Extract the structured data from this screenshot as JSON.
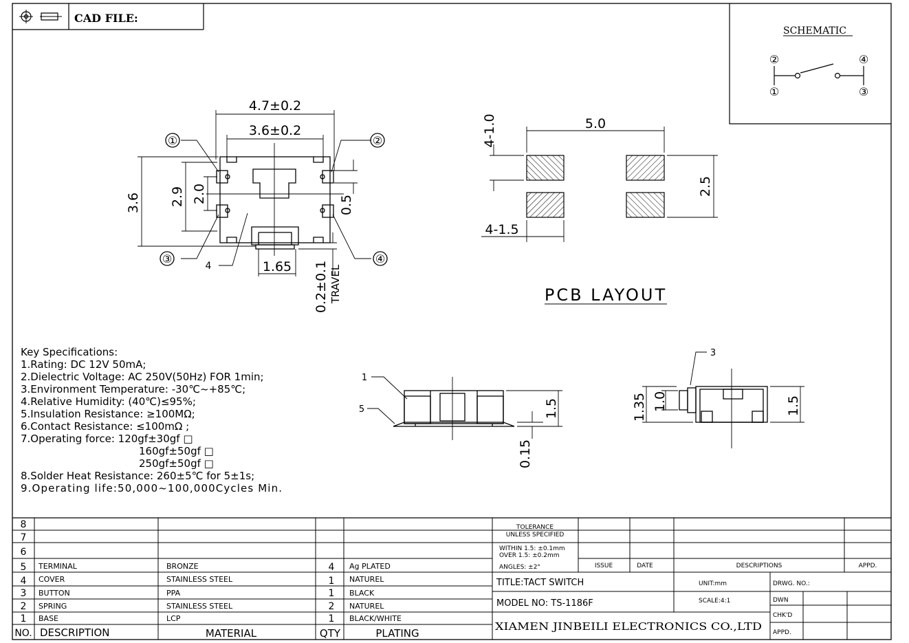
{
  "header": {
    "cad_file_label": "CAD FILE:"
  },
  "schematic": {
    "title": "SCHEMATIC",
    "pins": [
      "②",
      "④",
      "①",
      "③"
    ]
  },
  "top_view": {
    "dims": {
      "width_outer": "4.7±0.2",
      "width_inner": "3.6±0.2",
      "height_total": "3.6",
      "height_a": "2.9",
      "height_b": "2.0",
      "pin_w": "0.5",
      "button_w": "1.65",
      "travel_val": "0.2±0.1",
      "travel_label": "TRAVEL"
    },
    "callouts": [
      "①",
      "②",
      "③",
      "④",
      "4"
    ]
  },
  "pcb": {
    "title": "PCB LAYOUT",
    "dims": {
      "pad_h": "4-1.0",
      "span": "5.0",
      "pad_w": "4-1.5",
      "height": "2.5"
    }
  },
  "side_view": {
    "callouts": [
      "1",
      "5"
    ],
    "dims": {
      "height": "1.5",
      "base": "0.15"
    }
  },
  "end_view": {
    "callout": "3",
    "dims": {
      "a": "1.35",
      "b": "1.0",
      "c": "1.5"
    }
  },
  "specs": [
    "Key Specifications:",
    "1.Rating: DC 12V 50mA;",
    "2.Dielectric Voltage: AC 250V(50Hz) FOR 1min;",
    "3.Environment Temperature: -30℃~+85℃;",
    "4.Relative Humidity: (40℃)≤95%;",
    "5.Insulation Resistance: ≥100MΩ;",
    "6.Contact Resistance: ≤100mΩ ;",
    "7.Operating force:  120gf±30gf   □",
    "160gf±50gf   □",
    "250gf±50gf   □",
    "8.Solder Heat Resistance: 260±5℃ for 5±1s;",
    "9.Operating life:50,000~100,000Cycles Min."
  ],
  "bom": {
    "rows": [
      {
        "no": "8",
        "desc": "",
        "mat": "",
        "qty": "",
        "plat": ""
      },
      {
        "no": "7",
        "desc": "",
        "mat": "",
        "qty": "",
        "plat": ""
      },
      {
        "no": "6",
        "desc": "",
        "mat": "",
        "qty": "",
        "plat": ""
      },
      {
        "no": "5",
        "desc": "TERMINAL",
        "mat": "BRONZE",
        "qty": "4",
        "plat": "Ag PLATED"
      },
      {
        "no": "4",
        "desc": "COVER",
        "mat": "STAINLESS STEEL",
        "qty": "1",
        "plat": "NATUREL"
      },
      {
        "no": "3",
        "desc": "BUTTON",
        "mat": "PPA",
        "qty": "1",
        "plat": "BLACK"
      },
      {
        "no": "2",
        "desc": "SPRING",
        "mat": "STAINLESS STEEL",
        "qty": "2",
        "plat": "NATUREL"
      },
      {
        "no": "1",
        "desc": "BASE",
        "mat": "LCP",
        "qty": "1",
        "plat": "BLACK/WHITE"
      }
    ],
    "headers": {
      "no": "NO.",
      "desc": "DESCRIPTION",
      "mat": "MATERIAL",
      "qty": "QTY",
      "plat": "PLATING"
    }
  },
  "titleblock": {
    "tolerance_1": "TOLERANCE",
    "tolerance_2": "UNLESS SPECIFIED",
    "within": "WITHIN 1.5: ±0.1mm",
    "over": "OVER 1.5:  ±0.2mm",
    "angles": "ANGLES: ±2°",
    "issue": "ISSUE",
    "date": "DATE",
    "descriptions": "DESCRIPTIONS",
    "appd": "APPD.",
    "title": "TITLE:TACT SWITCH",
    "unit": "UNIT:mm",
    "drwg_no": "DRWG. NO.:",
    "model": "MODEL NO: TS-1186F",
    "scale": "SCALE:4:1",
    "dwn": "DWN",
    "chkd": "CHK'D",
    "appd2": "APPD.",
    "company": "XIAMEN JINBEILI ELECTRONICS CO.,LTD"
  }
}
